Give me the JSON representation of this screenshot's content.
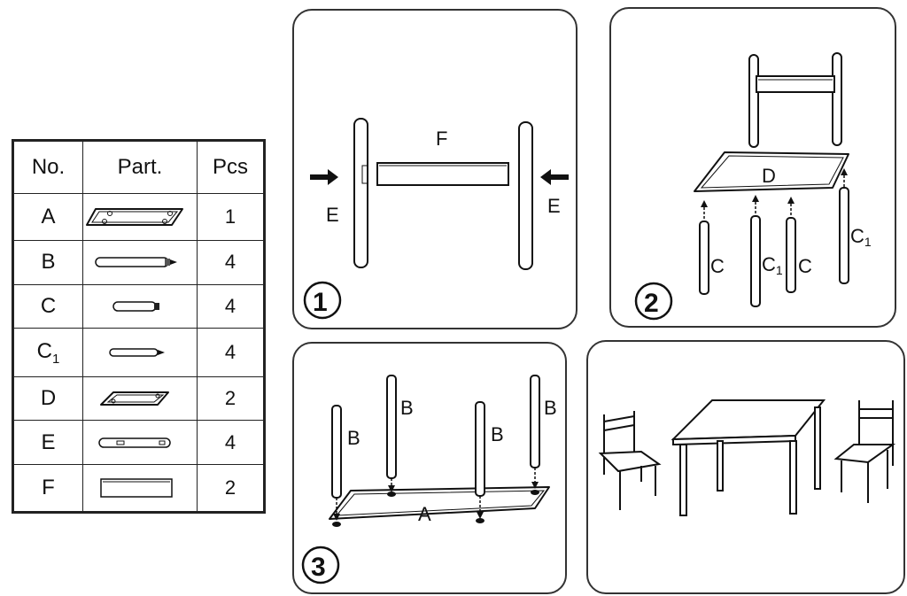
{
  "parts_table": {
    "headers": {
      "no": "No.",
      "part": "Part.",
      "pcs": "Pcs"
    },
    "rows": [
      {
        "no": "A",
        "pcs": "1",
        "icon": "table-top-icon"
      },
      {
        "no": "B",
        "pcs": "4",
        "icon": "long-leg-icon"
      },
      {
        "no": "C",
        "pcs": "4",
        "icon": "short-leg-icon"
      },
      {
        "no_main": "C",
        "no_sub": "1",
        "pcs": "4",
        "icon": "leg-with-screw-icon"
      },
      {
        "no": "D",
        "pcs": "2",
        "icon": "seat-icon"
      },
      {
        "no": "E",
        "pcs": "4",
        "icon": "back-post-icon"
      },
      {
        "no": "F",
        "pcs": "2",
        "icon": "backrest-bar-icon"
      }
    ]
  },
  "step1": {
    "number": "1",
    "label_f": "F",
    "label_e_left": "E",
    "label_e_right": "E"
  },
  "step2": {
    "number": "2",
    "label_d": "D",
    "label_c": "C",
    "label_c1": "C",
    "label_c1_sub": "1"
  },
  "step3": {
    "number": "3",
    "label_a": "A",
    "label_b": "B"
  }
}
